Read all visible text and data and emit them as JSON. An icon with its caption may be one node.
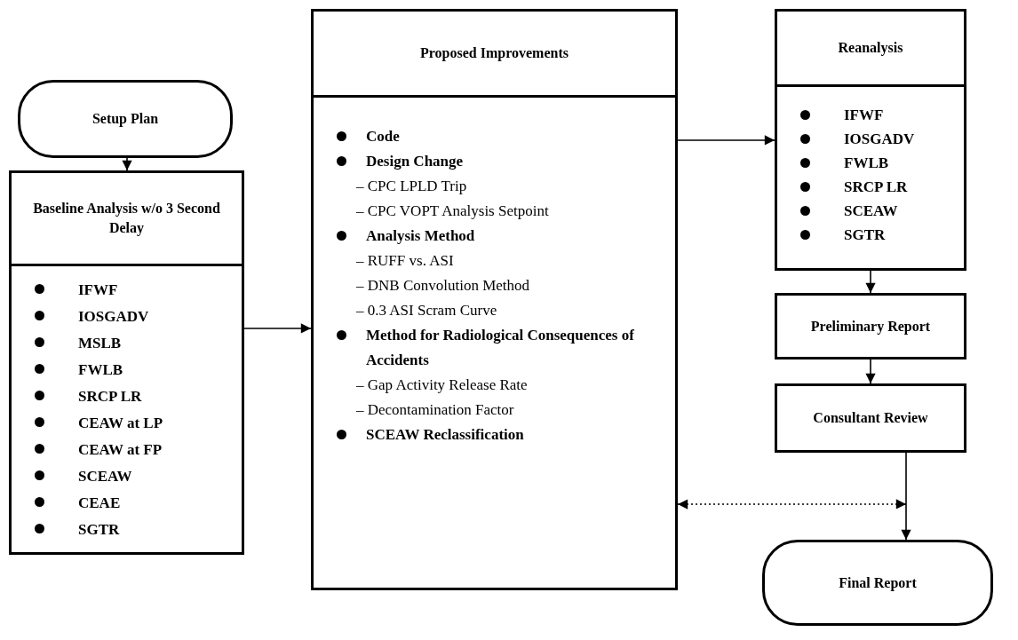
{
  "diagram": {
    "nodes": [
      {
        "text": [
          "Setup Plan"
        ]
      },
      {
        "text": [
          "Baseline Analysis w/o 3 Second Delay"
        ]
      },
      {
        "text": [
          "IFWF",
          "IOSGADV",
          "MSLB",
          "FWLB",
          "SRCP LR",
          "CEAW at LP",
          "CEAW at FP",
          "SCEAW",
          "CEAE",
          "SGTR"
        ]
      },
      {
        "text": [
          "Proposed Improvements"
        ]
      },
      {
        "text": [
          "Code",
          "Design Change",
          "– CPC LPLD Trip",
          "– CPC VOPT Analysis Setpoint",
          "Analysis Method",
          "– RUFF vs. ASI",
          "– DNB Convolution Method",
          "– 0.3 ASI Scram Curve",
          "Method for Radiological Consequences of Accidents",
          "– Gap Activity Release Rate",
          "– Decontamination Factor",
          "SCEAW Reclassification"
        ]
      },
      {
        "text": [
          "Reanalysis"
        ]
      },
      {
        "text": [
          "IFWF",
          "IOSGADV",
          "FWLB",
          "SRCP LR",
          "SCEAW",
          "SGTR"
        ]
      },
      {
        "text": [
          "Preliminary Report"
        ]
      },
      {
        "text": [
          "Consultant Review"
        ]
      },
      {
        "text": [
          "Final Report"
        ]
      }
    ],
    "edges": [
      {
        "from": 0,
        "to": 1,
        "arrow": "to"
      },
      {
        "from": 2,
        "to": 4,
        "arrow": "to"
      },
      {
        "from": 4,
        "to": 6,
        "arrow": "to"
      },
      {
        "from": 6,
        "to": 7,
        "arrow": "to"
      },
      {
        "from": 7,
        "to": 8,
        "arrow": "to"
      },
      {
        "from": 8,
        "to": 9,
        "arrow": "to"
      },
      {
        "from": 4,
        "to": null,
        "arrow": "both",
        "style": "dashed"
      }
    ]
  }
}
